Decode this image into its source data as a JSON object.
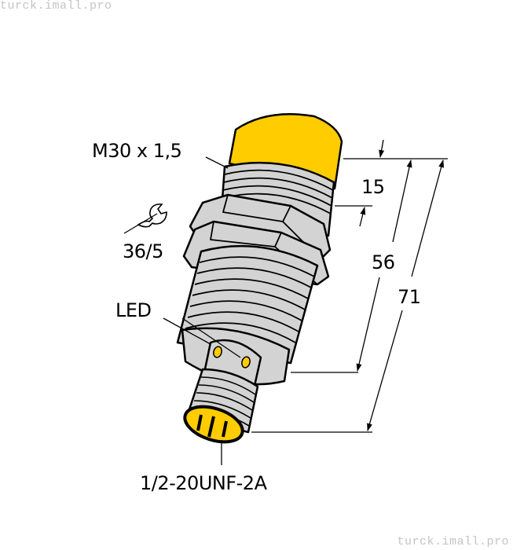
{
  "watermarks": {
    "top_left": "turck.imall.pro",
    "bottom_right": "turck.imall.pro"
  },
  "labels": {
    "thread": "M30 x 1,5",
    "wrench_size": "36/5",
    "led": "LED",
    "connector_thread": "1/2-20UNF-2A"
  },
  "dimensions": {
    "cap_length": "15",
    "body_length": "56",
    "total_length": "71"
  },
  "icons": {
    "wrench": "wrench-icon"
  },
  "colors": {
    "cap_yellow": "#FFCC00",
    "body_gray": "#D3D3D3",
    "outline": "#000000",
    "watermark": "#C4C4C4"
  }
}
